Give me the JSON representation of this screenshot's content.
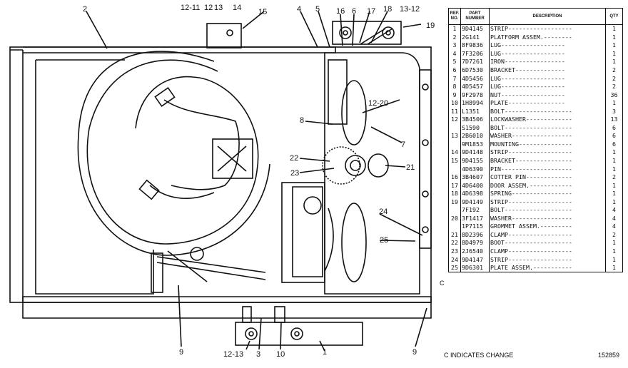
{
  "callouts": {
    "c2": "2",
    "c12_11": "12-11",
    "c12": "12",
    "c13": "13",
    "c14": "14",
    "c15": "15",
    "c4": "4",
    "c5": "5",
    "c16": "16",
    "c6": "6",
    "c17": "17",
    "c18": "18",
    "c13_12": "13-12",
    "c19": "19",
    "c12_20": "12-20",
    "c8": "8",
    "c7": "7",
    "c22": "22",
    "c23": "23",
    "c21": "21",
    "c24": "24",
    "c25": "25",
    "c9a": "9",
    "c12_13": "12-13",
    "c3": "3",
    "c10": "10",
    "c1": "1",
    "c9b": "9"
  },
  "table": {
    "headers": {
      "ref": "REF. NO.",
      "part": "PART NUMBER",
      "desc": "DESCRIPTION",
      "qty": "QTY"
    },
    "rows": [
      {
        "ref": "1",
        "part": "9D4145",
        "desc": "STRIP------------------",
        "qty": "1"
      },
      {
        "ref": "2",
        "part": "2G141",
        "desc": "PLATFORM ASSEM.--------",
        "qty": "1"
      },
      {
        "ref": "3",
        "part": "8F9836",
        "desc": "  LUG------------------",
        "qty": "1"
      },
      {
        "ref": "4",
        "part": "7F3206",
        "desc": "  LUG------------------",
        "qty": "1"
      },
      {
        "ref": "5",
        "part": "7D7261",
        "desc": "  IRON-----------------",
        "qty": "1"
      },
      {
        "ref": "6",
        "part": "6D7530",
        "desc": "  BRACKET--------------",
        "qty": "2"
      },
      {
        "ref": "7",
        "part": "4D5456",
        "desc": "  LUG------------------",
        "qty": "2"
      },
      {
        "ref": "8",
        "part": "4D5457",
        "desc": "  LUG------------------",
        "qty": "2"
      },
      {
        "ref": "9",
        "part": "9F2978",
        "desc": "  NUT------------------",
        "qty": "36"
      },
      {
        "ref": "10",
        "part": "1H8994",
        "desc": "  PLATE----------------",
        "qty": "1"
      },
      {
        "ref": "11",
        "part": "L1351",
        "desc": "BOLT-------------------",
        "qty": "3"
      },
      {
        "ref": "12",
        "part": "3B4506",
        "desc": "LOCKWASHER-------------",
        "qty": "13"
      },
      {
        "ref": "",
        "part": "S1590",
        "desc": "BOLT-------------------",
        "qty": "6"
      },
      {
        "ref": "13",
        "part": "2B6010",
        "desc": "WASHER-----------------",
        "qty": "6"
      },
      {
        "ref": "",
        "part": "9M1853",
        "desc": "MOUNTING---------------",
        "qty": "6"
      },
      {
        "ref": "14",
        "part": "9D4148",
        "desc": "STRIP------------------",
        "qty": "1"
      },
      {
        "ref": "15",
        "part": "9D4155",
        "desc": "BRACKET----------------",
        "qty": "1"
      },
      {
        "ref": "",
        "part": "4D6390",
        "desc": "PIN--------------------",
        "qty": "1"
      },
      {
        "ref": "16",
        "part": "3B4607",
        "desc": "COTTER PIN-------------",
        "qty": "2"
      },
      {
        "ref": "17",
        "part": "4D6400",
        "desc": "DOOR ASSEM.------------",
        "qty": "1"
      },
      {
        "ref": "18",
        "part": "4D6398",
        "desc": "SPRING-----------------",
        "qty": "1"
      },
      {
        "ref": "19",
        "part": "9D4149",
        "desc": "STRIP------------------",
        "qty": "1"
      },
      {
        "ref": "",
        "part": "7F192",
        "desc": "BOLT-------------------",
        "qty": "4"
      },
      {
        "ref": "20",
        "part": "3F1417",
        "desc": "WASHER-----------------",
        "qty": "4"
      },
      {
        "ref": "",
        "part": "1P7115",
        "desc": "GROMMET ASSEM.---------",
        "qty": "4"
      },
      {
        "ref": "21",
        "part": "8D2396",
        "desc": "CLAMP------------------",
        "qty": "2"
      },
      {
        "ref": "22",
        "part": "8D4979",
        "desc": "BOOT-------------------",
        "qty": "1"
      },
      {
        "ref": "23",
        "part": "2J6540",
        "desc": "CLAMP------------------",
        "qty": "1"
      },
      {
        "ref": "24",
        "part": "9D4147",
        "desc": "STRIP------------------",
        "qty": "1"
      },
      {
        "ref": "25",
        "part": "9D6301",
        "desc": "PLATE ASSEM.-----------",
        "qty": "1"
      }
    ]
  },
  "change_marker": "C",
  "footer_note": "C INDICATES CHANGE",
  "illustration_id": "152859"
}
